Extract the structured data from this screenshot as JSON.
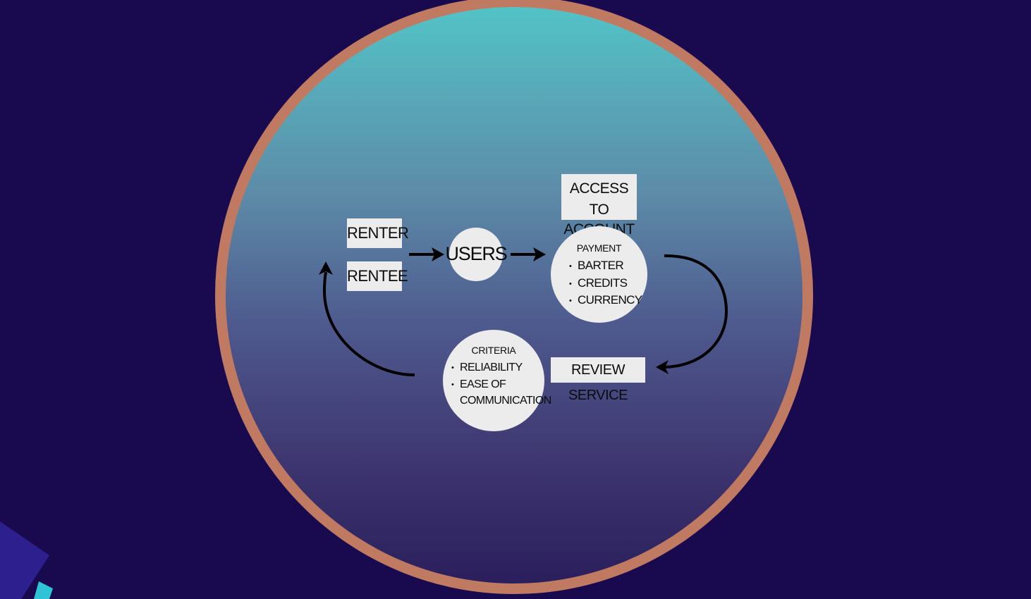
{
  "diagram": {
    "renter_label": "RENTER",
    "rentee_label": "RENTEE",
    "users_label": "USERS",
    "access_label_line1": "ACCESS TO",
    "access_label_line2": "ACCOUNT",
    "payment": {
      "title": "PAYMENT",
      "items": [
        "BARTER",
        "CREDITS",
        "CURRENCY"
      ]
    },
    "review_label": "REVIEW SERVICE",
    "criteria": {
      "title": "CRITERIA",
      "items": [
        "RELIABILITY",
        "EASE OF",
        "COMMUNICATION"
      ]
    }
  },
  "colors": {
    "background": "#190a4f",
    "ring": "#c07a62",
    "gradient_top": "#52c3c7",
    "gradient_bottom": "#2a1f5c",
    "box_fill": "#ececec",
    "arrow": "#000000"
  }
}
